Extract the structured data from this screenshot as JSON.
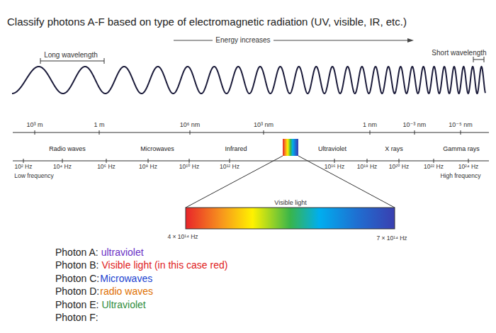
{
  "diagram": {
    "title": "Classify photons A-F based on type of electromagnetic radiation (UV, visible, IR, etc.)",
    "labels": [
      "Energy increases",
      "Long wavelength",
      "Short wavelength",
      "10³ m",
      "1 m",
      "10⁶ nm",
      "10³ nm",
      "1 nm",
      "10⁻³ nm",
      "10⁻⁵ nm",
      "Radio waves",
      "Microwaves",
      "Infrared",
      "Ultraviolet",
      "X rays",
      "Gamma rays",
      "10² Hz",
      "10⁴ Hz",
      "10⁶ Hz",
      "10⁸ Hz",
      "10¹⁰ Hz",
      "10¹² Hz",
      "10¹⁶ Hz",
      "10¹⁸ Hz",
      "10²⁰ Hz",
      "10²² Hz",
      "10²⁴ Hz",
      "Low frequency",
      "High frequency",
      "Visible light",
      "4 × 10¹⁴ Hz",
      "7 × 10¹⁴ Hz",
      "Photon A:",
      "ultraviolet",
      "Photon B:",
      "Visible light (in this case red)",
      "Photon C:",
      "Microwaves",
      "Photon D:",
      "radio waves",
      "Photon E:",
      "Ultraviolet",
      "Photon F:"
    ]
  }
}
